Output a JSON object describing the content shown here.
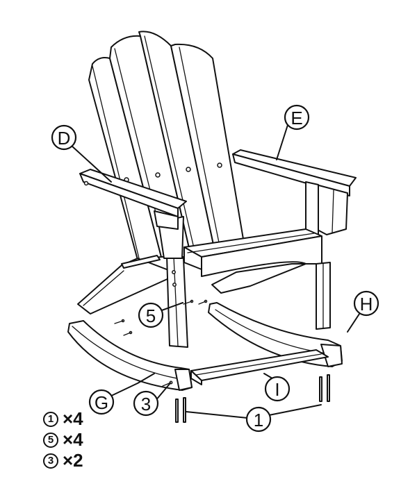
{
  "labels": {
    "D": "D",
    "E": "E",
    "G": "G",
    "H": "H",
    "I": "I",
    "one": "1",
    "three": "3",
    "five": "5"
  },
  "legend": [
    {
      "num": "1",
      "qty": "×4"
    },
    {
      "num": "5",
      "qty": "×4"
    },
    {
      "num": "3",
      "qty": "×2"
    }
  ]
}
